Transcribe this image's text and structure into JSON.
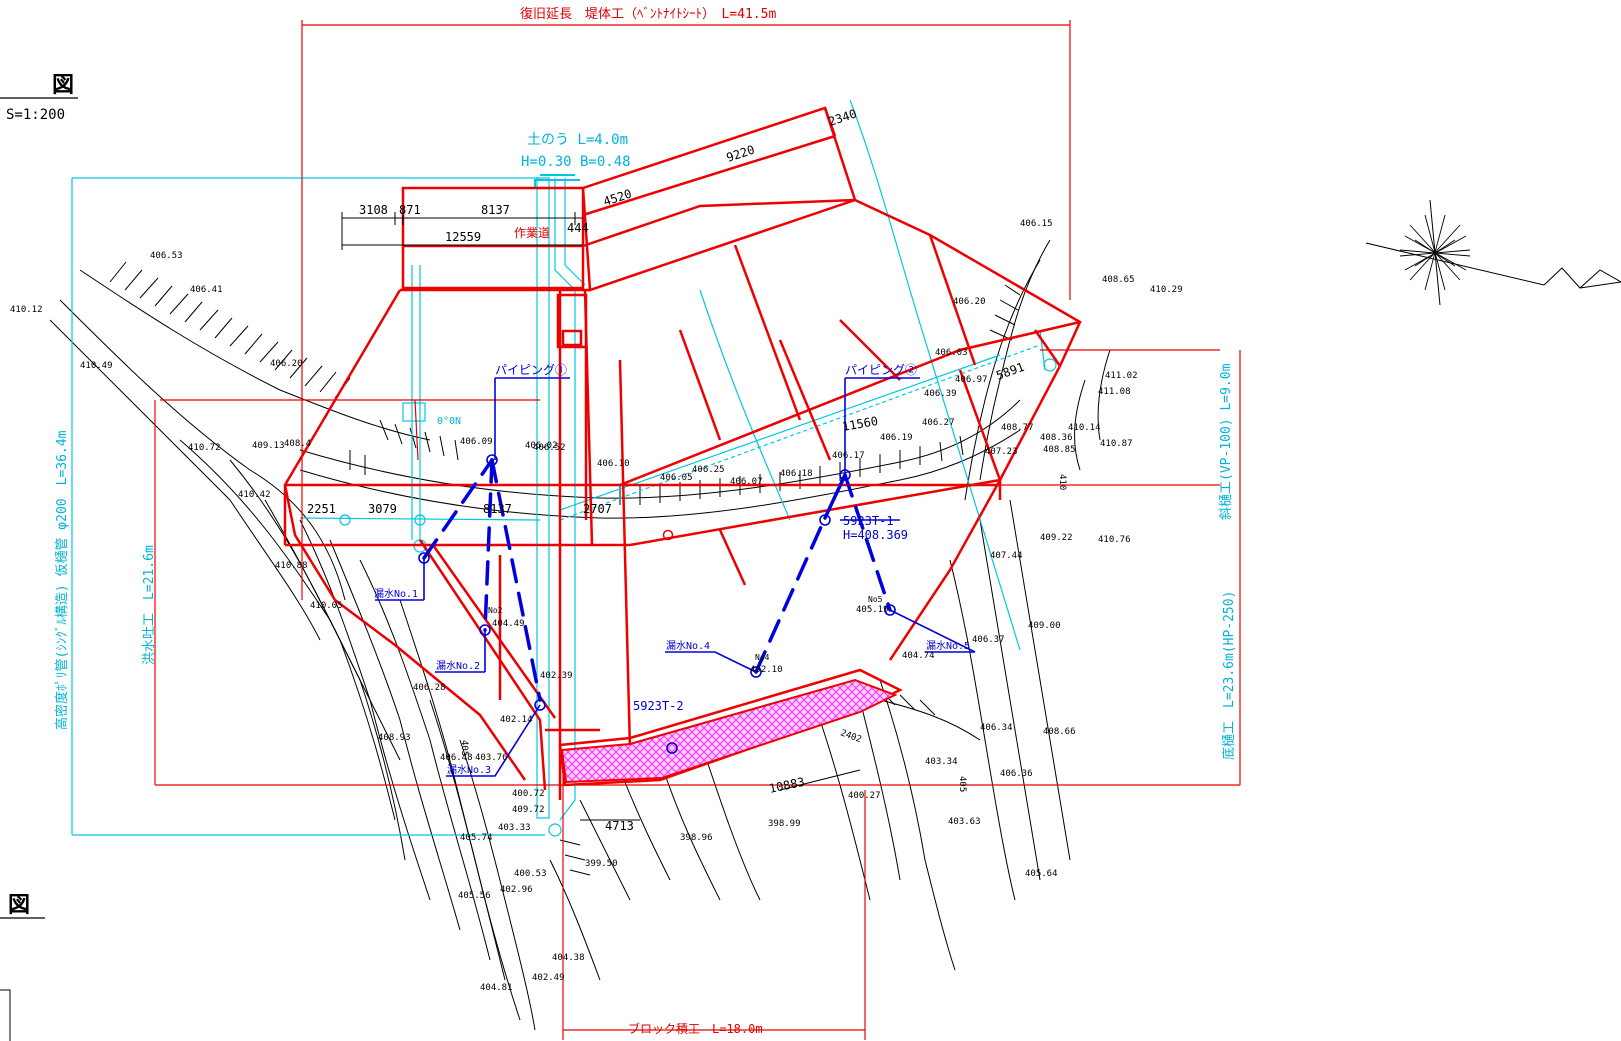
{
  "sheet": {
    "title_fragment_top": "図",
    "scale": "S=1:200",
    "title_fragment_bottom": "図"
  },
  "dimensions": {
    "restoration_length": "復旧延長　堤体工（ﾍﾞﾝﾄﾅｲﾄｼｰﾄ）　L=41.5m",
    "sandbag_length": "土のう L=4.0m",
    "sandbag_size": "H=0.30 B=0.48",
    "work_road": "作業道",
    "d3108": "3108",
    "d871": "871",
    "d8137_top": "8137",
    "d444": "444",
    "d12559": "12559",
    "d4520": "4520",
    "d9220": "9220",
    "d2340": "2340",
    "d2251": "2251",
    "d3079": "3079",
    "d8137_mid": "8137",
    "d2707": "2707",
    "d11560": "11560",
    "d5891": "5891",
    "d10883": "10883",
    "d4713": "4713",
    "d2402": "2402",
    "block_wall": "ブロック積工　L=18.0m",
    "spillway_outlet": "洪水吐工　L=21.6m",
    "temp_drain": "高密度ﾎﾟﾘ管(ｼﾝｸﾞﾙ構造) 仮樋管 φ200　L=36.4m",
    "sloped_conduit": "斜樋工(VP-100) L=9.0m",
    "bottom_conduit": "底樋工　L=23.6m(HP-250)",
    "section_marker": "0°0N"
  },
  "piping": {
    "p1": "パイピング①",
    "p2": "パイピング②"
  },
  "leaks": {
    "l1": "漏水No.1",
    "l2": "漏水No.2",
    "l3": "漏水No.3",
    "l4": "漏水No.4",
    "l5": "漏水No.5",
    "n2": "No2",
    "n4": "No4",
    "n5": "No5"
  },
  "boreholes": {
    "b1": "5923T-1",
    "b1_h": "H=408.369",
    "b2": "5923T-2"
  },
  "elevations": {
    "e1": "406.53",
    "e2": "406.41",
    "e3": "410.12",
    "e4": "410.49",
    "e5": "406.20",
    "e6": "410.72",
    "e7": "409.13",
    "e8": "408.4",
    "e9": "410.42",
    "e10": "410.88",
    "e11": "410.05",
    "e12": "406.28",
    "e13": "408.93",
    "e14": "406.09",
    "e15": "406.02",
    "e16": "406.52",
    "e17": "406.10",
    "e18": "406.25",
    "e19": "406.07",
    "e20": "406.18",
    "e21": "406.05",
    "e22": "406.17",
    "e23": "406.19",
    "e24": "406.27",
    "e25": "406.39",
    "e26": "406.97",
    "e27": "406.03",
    "e28": "406.20",
    "e29": "406.15",
    "e30": "408.65",
    "e31": "410.29",
    "e32": "411.02",
    "e33": "411.08",
    "e34": "410.14",
    "e35": "410.87",
    "e36": "408.77",
    "e37": "408.36",
    "e38": "408.85",
    "e39": "407.23",
    "e40": "409.22",
    "e41": "410.76",
    "e42": "407.44",
    "e43": "409.00",
    "e44": "406.37",
    "e45": "404.74",
    "e46": "405.19",
    "e47": "404.49",
    "e48": "402.39",
    "e49": "402.10",
    "e50": "406.34",
    "e51": "408.66",
    "e52": "406.36",
    "e53": "403.34",
    "e54": "403.63",
    "e55": "405.64",
    "e56": "400.27",
    "e57": "398.99",
    "e58": "398.96",
    "e59": "403.33",
    "e60": "405.74",
    "e61": "406.48",
    "e62": "403.76",
    "e63": "402.14",
    "e64": "400.72",
    "e65": "409.72",
    "e66": "400.53",
    "e67": "399.50",
    "e68": "402.96",
    "e69": "405.56",
    "e70": "402.49",
    "e71": "404.81",
    "e72": "404.38",
    "e73": "405",
    "e74": "405",
    "e75": "410"
  }
}
